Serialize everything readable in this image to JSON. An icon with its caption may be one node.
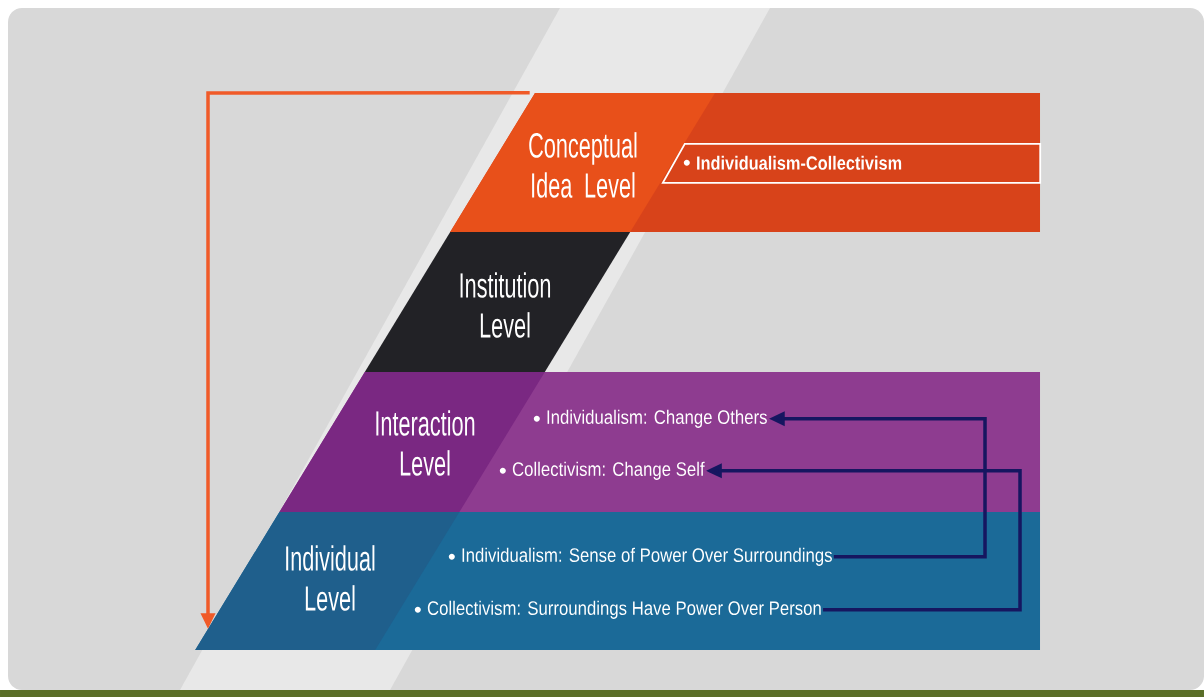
{
  "diagram": {
    "nodes": [
      {
        "text": [
          "Conceptual Idea Level"
        ]
      },
      {
        "text": [
          "Individualism-Collectivism"
        ],
        "in": 0
      },
      {
        "text": [
          "Institution Level"
        ]
      },
      {
        "text": [
          "Interaction Level"
        ]
      },
      {
        "text": [
          "Individualism: Change Others"
        ],
        "in": 3
      },
      {
        "text": [
          "Collectivism: Change Self"
        ],
        "in": 3
      },
      {
        "text": [
          "Individual Level"
        ]
      },
      {
        "text": [
          "Individualism: Sense of Power Over Surroundings"
        ],
        "in": 6
      },
      {
        "text": [
          "Collectivism: Surroundings Have Power Over Person"
        ],
        "in": 6
      }
    ],
    "edges": [
      {
        "from": 0,
        "to": 6,
        "arrow": "to",
        "color": "#f05a28"
      },
      {
        "from": 7,
        "to": 4,
        "arrow": "to"
      },
      {
        "from": 8,
        "to": 5,
        "arrow": "to"
      }
    ]
  }
}
